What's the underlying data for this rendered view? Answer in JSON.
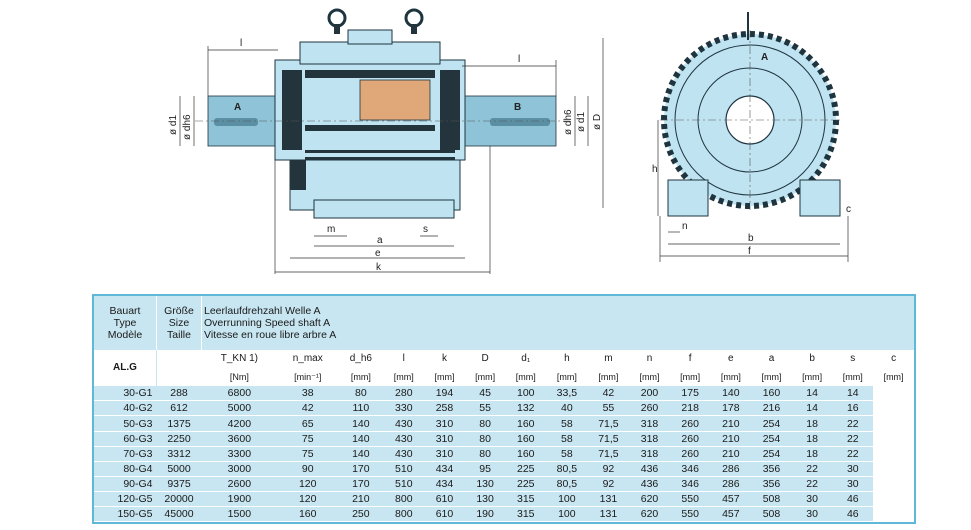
{
  "drawing": {
    "shaft_labels": {
      "a": "A",
      "b": "B",
      "end_view": "A"
    },
    "dims": {
      "l": "l",
      "d1": "ø d1",
      "dh6": "ø dh6",
      "D": "ø D",
      "m": "m",
      "s": "s",
      "a": "a",
      "e": "e",
      "k": "k",
      "h": "h",
      "n": "n",
      "b": "b",
      "f": "f",
      "c": "c"
    }
  },
  "header": {
    "bauart": [
      "Bauart",
      "Type",
      "Modèle"
    ],
    "groesse": [
      "Größe",
      "Size",
      "Taille"
    ],
    "speed": [
      "Leerlaufdrehzahl Welle A",
      "Overrunning Speed shaft A",
      "Vitesse en roue libre arbre A"
    ]
  },
  "columns": [
    {
      "name": "T_KN 1)",
      "unit": "[Nm]"
    },
    {
      "name": "n_max",
      "unit": "[min⁻¹]"
    },
    {
      "name": "d_h6",
      "unit": "[mm]"
    },
    {
      "name": "l",
      "unit": "[mm]"
    },
    {
      "name": "k",
      "unit": "[mm]"
    },
    {
      "name": "D",
      "unit": "[mm]"
    },
    {
      "name": "d₁",
      "unit": "[mm]"
    },
    {
      "name": "h",
      "unit": "[mm]"
    },
    {
      "name": "m",
      "unit": "[mm]"
    },
    {
      "name": "n",
      "unit": "[mm]"
    },
    {
      "name": "f",
      "unit": "[mm]"
    },
    {
      "name": "e",
      "unit": "[mm]"
    },
    {
      "name": "a",
      "unit": "[mm]"
    },
    {
      "name": "b",
      "unit": "[mm]"
    },
    {
      "name": "s",
      "unit": "[mm]"
    },
    {
      "name": "c",
      "unit": "[mm]"
    }
  ],
  "type_label": "AL.G",
  "rows": [
    {
      "size": "30-G1",
      "values": [
        "288",
        "6800",
        "38",
        "80",
        "280",
        "194",
        "45",
        "100",
        "33,5",
        "42",
        "200",
        "175",
        "140",
        "160",
        "14",
        "14"
      ]
    },
    {
      "size": "40-G2",
      "values": [
        "612",
        "5000",
        "42",
        "110",
        "330",
        "258",
        "55",
        "132",
        "40",
        "55",
        "260",
        "218",
        "178",
        "216",
        "14",
        "16"
      ]
    },
    {
      "size": "50-G3",
      "values": [
        "1375",
        "4200",
        "65",
        "140",
        "430",
        "310",
        "80",
        "160",
        "58",
        "71,5",
        "318",
        "260",
        "210",
        "254",
        "18",
        "22"
      ]
    },
    {
      "size": "60-G3",
      "values": [
        "2250",
        "3600",
        "75",
        "140",
        "430",
        "310",
        "80",
        "160",
        "58",
        "71,5",
        "318",
        "260",
        "210",
        "254",
        "18",
        "22"
      ]
    },
    {
      "size": "70-G3",
      "values": [
        "3312",
        "3300",
        "75",
        "140",
        "430",
        "310",
        "80",
        "160",
        "58",
        "71,5",
        "318",
        "260",
        "210",
        "254",
        "18",
        "22"
      ]
    },
    {
      "size": "80-G4",
      "values": [
        "5000",
        "3000",
        "90",
        "170",
        "510",
        "434",
        "95",
        "225",
        "80,5",
        "92",
        "436",
        "346",
        "286",
        "356",
        "22",
        "30"
      ]
    },
    {
      "size": "90-G4",
      "values": [
        "9375",
        "2600",
        "120",
        "170",
        "510",
        "434",
        "130",
        "225",
        "80,5",
        "92",
        "436",
        "346",
        "286",
        "356",
        "22",
        "30"
      ]
    },
    {
      "size": "120-G5",
      "values": [
        "20000",
        "1900",
        "120",
        "210",
        "800",
        "610",
        "130",
        "315",
        "100",
        "131",
        "620",
        "550",
        "457",
        "508",
        "30",
        "46"
      ]
    },
    {
      "size": "150-G5",
      "values": [
        "45000",
        "1500",
        "160",
        "250",
        "800",
        "610",
        "190",
        "315",
        "100",
        "131",
        "620",
        "550",
        "457",
        "508",
        "30",
        "46"
      ]
    }
  ]
}
